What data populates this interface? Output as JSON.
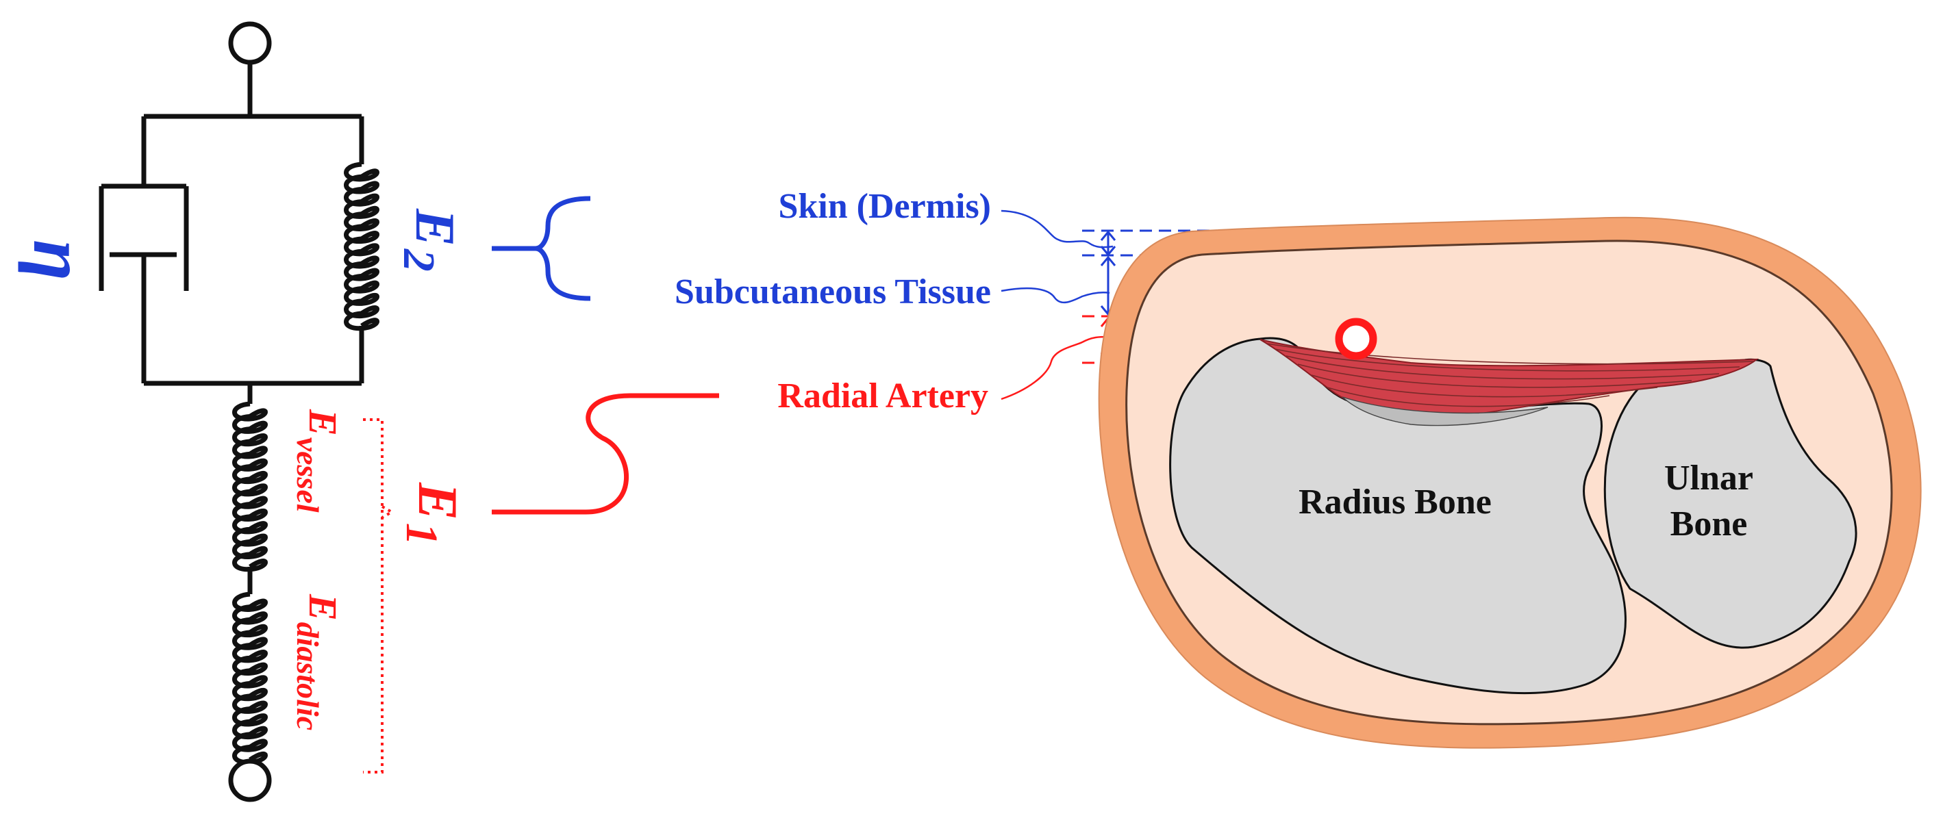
{
  "labels": {
    "skin": "Skin (Dermis)",
    "subcutaneous": "Subcutaneous Tissue",
    "radial_artery": "Radial Artery",
    "radius_bone": "Radius Bone",
    "ulnar_bone_line1": "Ulnar",
    "ulnar_bone_line2": "Bone"
  },
  "symbols": {
    "eta": "η",
    "E2_base": "E",
    "E2_sub": "2",
    "E1_base": "E",
    "E1_sub": "1",
    "Evessel_base": "E",
    "Evessel_sub": "vessel",
    "Ediastolic_base": "E",
    "Ediastolic_sub": "diastolic"
  },
  "colors": {
    "blue": "#1f3fd6",
    "red": "#ff1a1a",
    "skin_outer": "#f4a371",
    "skin_inner": "#fde0cf",
    "bone": "#d9d9d9",
    "artery": "#d0404a"
  }
}
